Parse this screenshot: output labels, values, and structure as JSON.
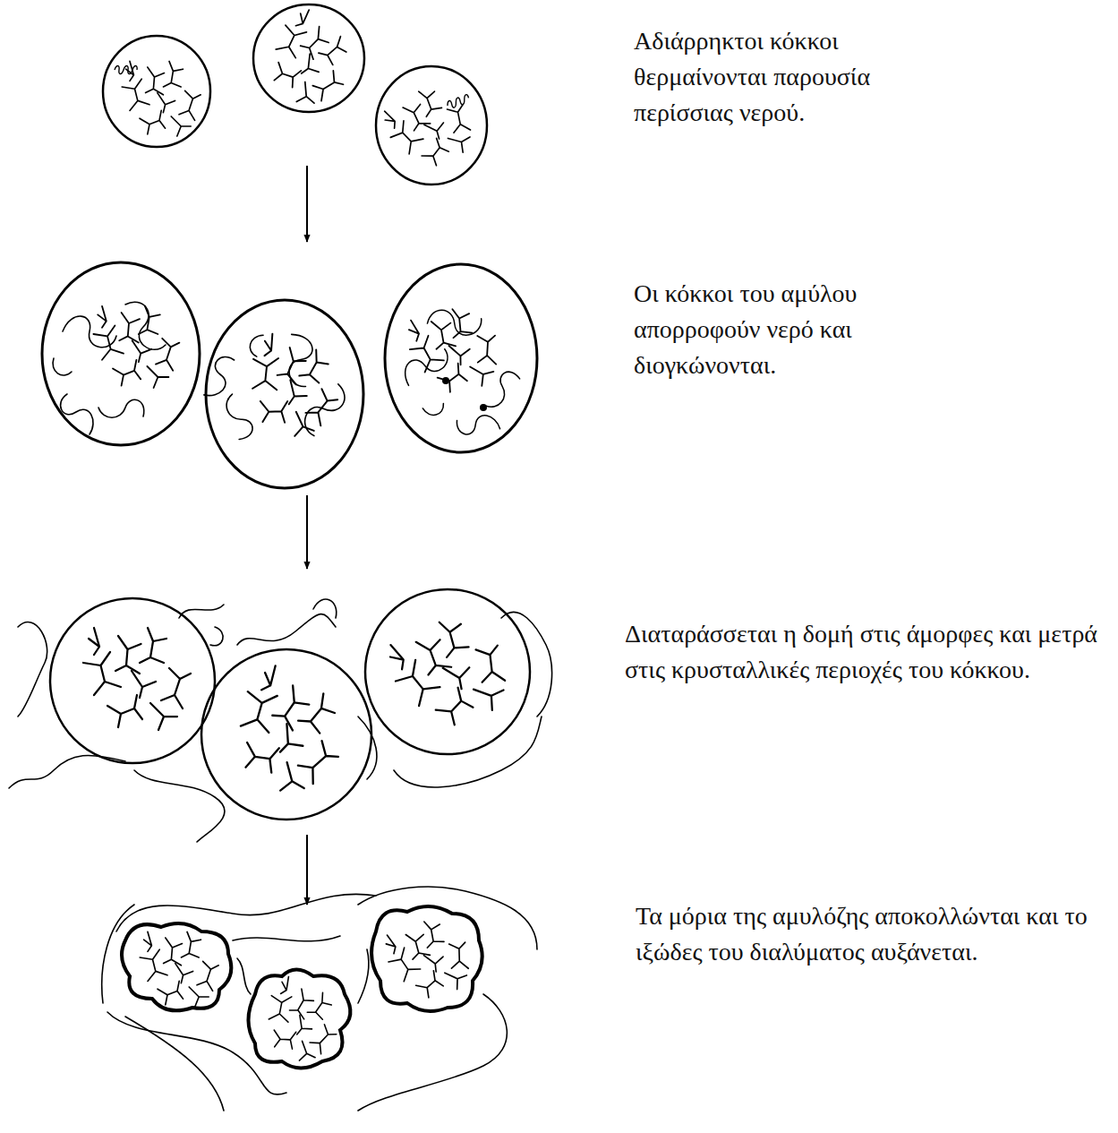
{
  "diagram": {
    "labels": [
      "Αδιάρρηκτοι κόκκοι θερμαίνονται παρουσία περίσσιας νερού.",
      "Οι κόκκοι του αμύλου απορροφούν νερό και διογκώνονται.",
      "Διαταράσσεται η δομή στις άμορφες και μετρά στις κρυσταλλικές περιοχές του κόκκου.",
      "Τα μόρια της αμυλόζης αποκολλώνται και το ιξώδες του διαλύματος αυξάνεται."
    ]
  }
}
